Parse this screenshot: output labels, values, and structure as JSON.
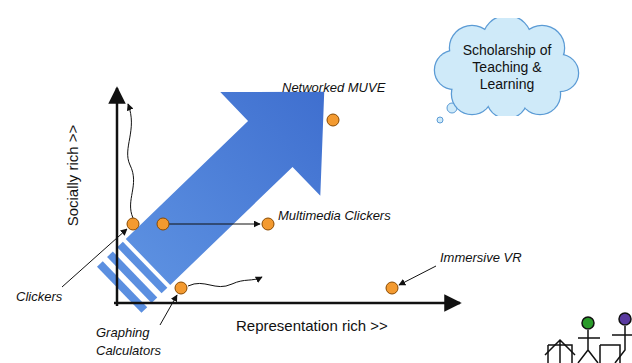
{
  "diagram": {
    "nodes": [
      {
        "text": [
          "Scholarship of Teaching & Learning"
        ]
      }
    ],
    "labels": [
      "Socially rich >>",
      "Representation rich >>",
      "Networked MUVE",
      "Multimedia Clickers",
      "Immersive VR",
      "Clickers",
      "Graphing Calculators"
    ]
  }
}
